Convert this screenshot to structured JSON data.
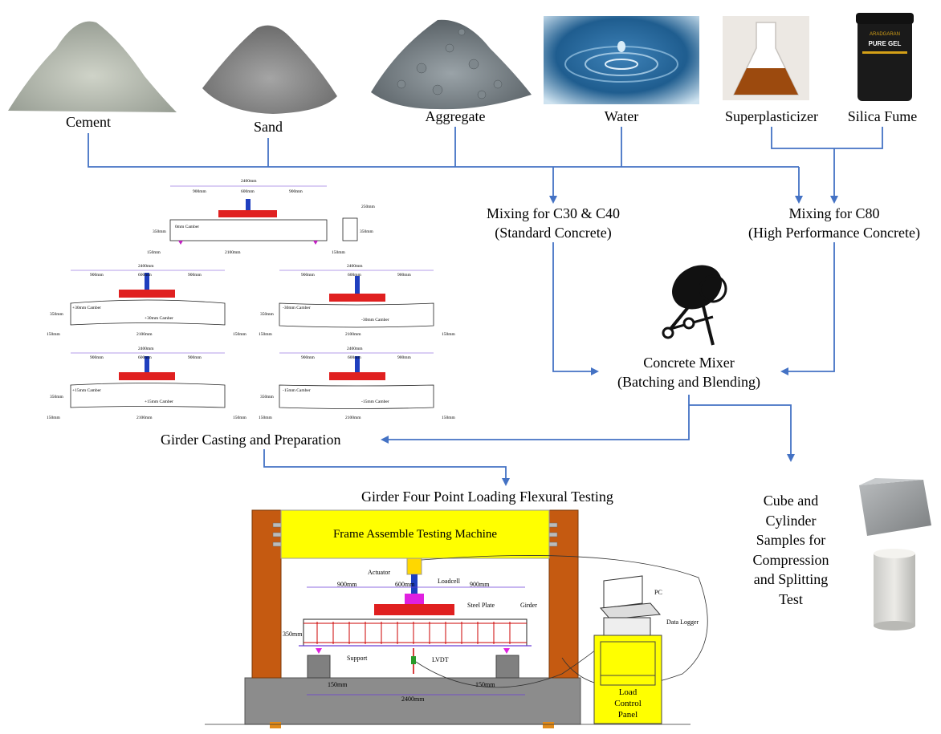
{
  "materials": {
    "cement": "Cement",
    "sand": "Sand",
    "aggregate": "Aggregate",
    "water": "Water",
    "superplasticizer": "Superplasticizer",
    "silica_fume": "Silica Fume",
    "silica_jar_brand": "ARADGARAN",
    "silica_jar_product": "PURE GEL"
  },
  "mixing": {
    "standard_line1": "Mixing for C30 & C40",
    "standard_line2": "(Standard Concrete)",
    "hpc_line1": "Mixing for C80",
    "hpc_line2": "(High Performance Concrete)"
  },
  "mixer": {
    "line1": "Concrete Mixer",
    "line2": "(Batching and Blending)"
  },
  "girder_casting": "Girder Casting and Preparation",
  "flexural_testing": "Girder Four Point Loading Flexural Testing",
  "samples": {
    "line1": "Cube and",
    "line2": "Cylinder",
    "line3": "Samples for",
    "line4": "Compression",
    "line5": "and Splitting",
    "line6": "Test"
  },
  "girder_specimens": {
    "overall_length": "2400mm",
    "shear_span": "900mm",
    "load_span": "600mm",
    "clear_span": "2100mm",
    "height": "350mm",
    "width": "250mm",
    "overhang": "150mm",
    "camber_0": "0mm Camber",
    "camber_p30": "+30mm Camber",
    "camber_m30": "-30mm Camber",
    "camber_p15": "+15mm Camber",
    "camber_m15": "-15mm Camber"
  },
  "test_setup": {
    "frame_title": "Frame Assemble Testing Machine",
    "actuator": "Actuator",
    "loadcell": "Loadcell",
    "steel_plate": "Steel Plate",
    "girder": "Girder",
    "pc": "PC",
    "data_logger": "Data Logger",
    "support": "Support",
    "lvdt": "LVDT",
    "dim_900_left": "900mm",
    "dim_600": "600mm",
    "dim_900_right": "900mm",
    "dim_350": "350mm",
    "dim_150_left": "150mm",
    "dim_150_right": "150mm",
    "dim_2400": "2400mm",
    "panel_line1": "Load",
    "panel_line2": "Control",
    "panel_line3": "Panel"
  },
  "colors": {
    "arrow": "#4472c4",
    "frame_yellow": "#ffff00",
    "column_brown": "#c55a11",
    "beam_red": "#e02020",
    "actuator_blue": "#1f3fbf",
    "base_gray": "#8c8c8c",
    "dim_purple": "#6a3dd6"
  }
}
